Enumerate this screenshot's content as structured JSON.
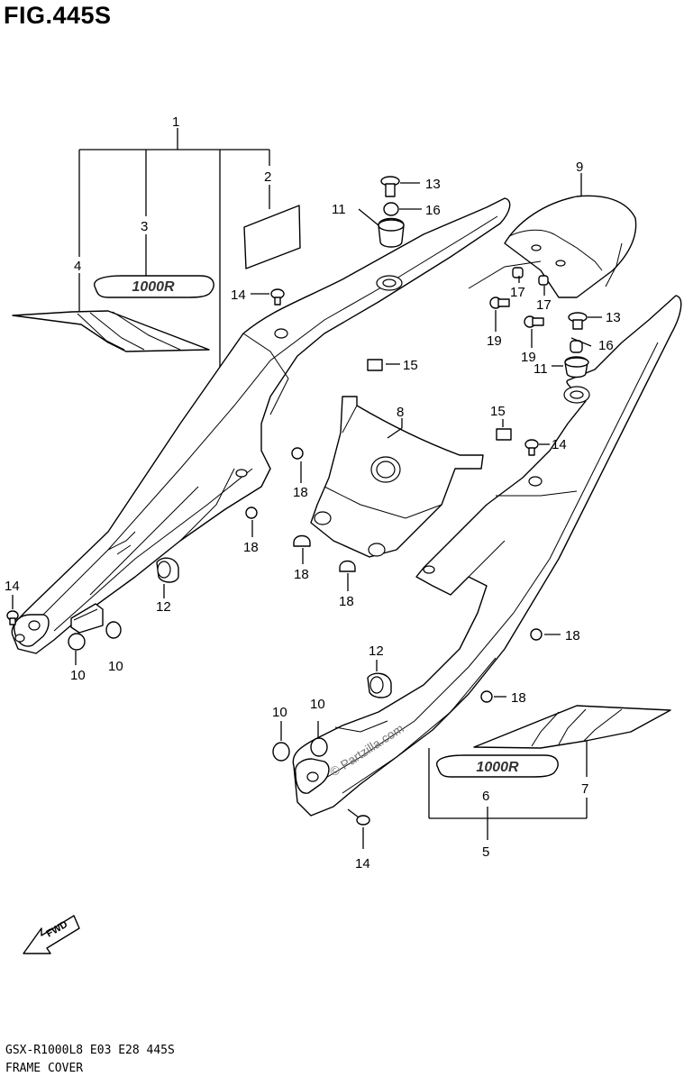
{
  "figure": {
    "title": "FIG.445S",
    "model_code": "GSX-R1000L8  E03  E28  445S",
    "section_name": "FRAME COVER",
    "watermark": "© Partzilla.com",
    "fwd_label": "FWD",
    "decal_text": "1000R"
  },
  "callouts": [
    {
      "id": "c1",
      "text": "1"
    },
    {
      "id": "c2",
      "text": "2"
    },
    {
      "id": "c3",
      "text": "3"
    },
    {
      "id": "c4",
      "text": "4"
    },
    {
      "id": "c5",
      "text": "5"
    },
    {
      "id": "c6",
      "text": "6"
    },
    {
      "id": "c7",
      "text": "7"
    },
    {
      "id": "c8",
      "text": "8"
    },
    {
      "id": "c9",
      "text": "9"
    },
    {
      "id": "c10a",
      "text": "10"
    },
    {
      "id": "c10b",
      "text": "10"
    },
    {
      "id": "c10c",
      "text": "10"
    },
    {
      "id": "c10d",
      "text": "10"
    },
    {
      "id": "c11a",
      "text": "11"
    },
    {
      "id": "c11b",
      "text": "11"
    },
    {
      "id": "c12a",
      "text": "12"
    },
    {
      "id": "c12b",
      "text": "12"
    },
    {
      "id": "c13a",
      "text": "13"
    },
    {
      "id": "c13b",
      "text": "13"
    },
    {
      "id": "c14a",
      "text": "14"
    },
    {
      "id": "c14b",
      "text": "14"
    },
    {
      "id": "c14c",
      "text": "14"
    },
    {
      "id": "c14d",
      "text": "14"
    },
    {
      "id": "c15a",
      "text": "15"
    },
    {
      "id": "c15b",
      "text": "15"
    },
    {
      "id": "c16a",
      "text": "16"
    },
    {
      "id": "c16b",
      "text": "16"
    },
    {
      "id": "c17a",
      "text": "17"
    },
    {
      "id": "c17b",
      "text": "17"
    },
    {
      "id": "c18a",
      "text": "18"
    },
    {
      "id": "c18b",
      "text": "18"
    },
    {
      "id": "c18c",
      "text": "18"
    },
    {
      "id": "c18d",
      "text": "18"
    },
    {
      "id": "c18e",
      "text": "18"
    },
    {
      "id": "c18f",
      "text": "18"
    },
    {
      "id": "c19a",
      "text": "19"
    },
    {
      "id": "c19b",
      "text": "19"
    }
  ]
}
